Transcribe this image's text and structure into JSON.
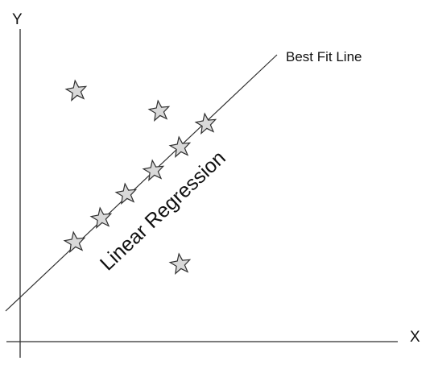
{
  "diagram": {
    "axis_x_label": "X",
    "axis_y_label": "Y",
    "best_fit_label": "Best Fit Line",
    "regression_label": "Linear Regression"
  },
  "colors": {
    "stroke": "#2f2f2f",
    "star_fill": "#d9d9d9"
  },
  "icons": {
    "data_point": "star-icon"
  }
}
